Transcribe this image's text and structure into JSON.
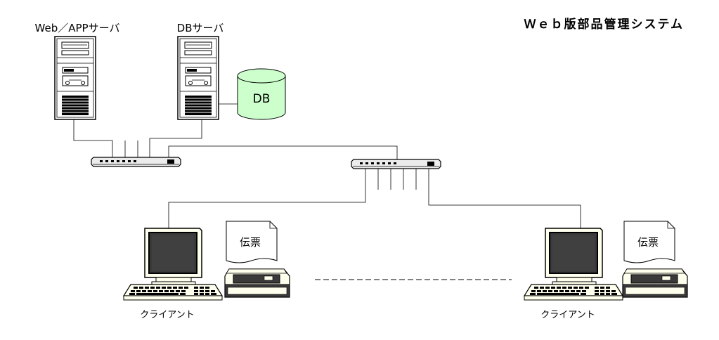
{
  "title": "Ｗｅｂ版部品管理システム",
  "nodes": {
    "web_app_server": {
      "label": "Web／APPサーバ"
    },
    "db_server": {
      "label": "DBサーバ"
    },
    "database": {
      "label": "DB"
    },
    "client_left": {
      "label": "クライアント",
      "slip": "伝票"
    },
    "client_right": {
      "label": "クライアント",
      "slip": "伝票"
    }
  },
  "colors": {
    "database_fill": "#ccffcc",
    "line": "#000000"
  }
}
